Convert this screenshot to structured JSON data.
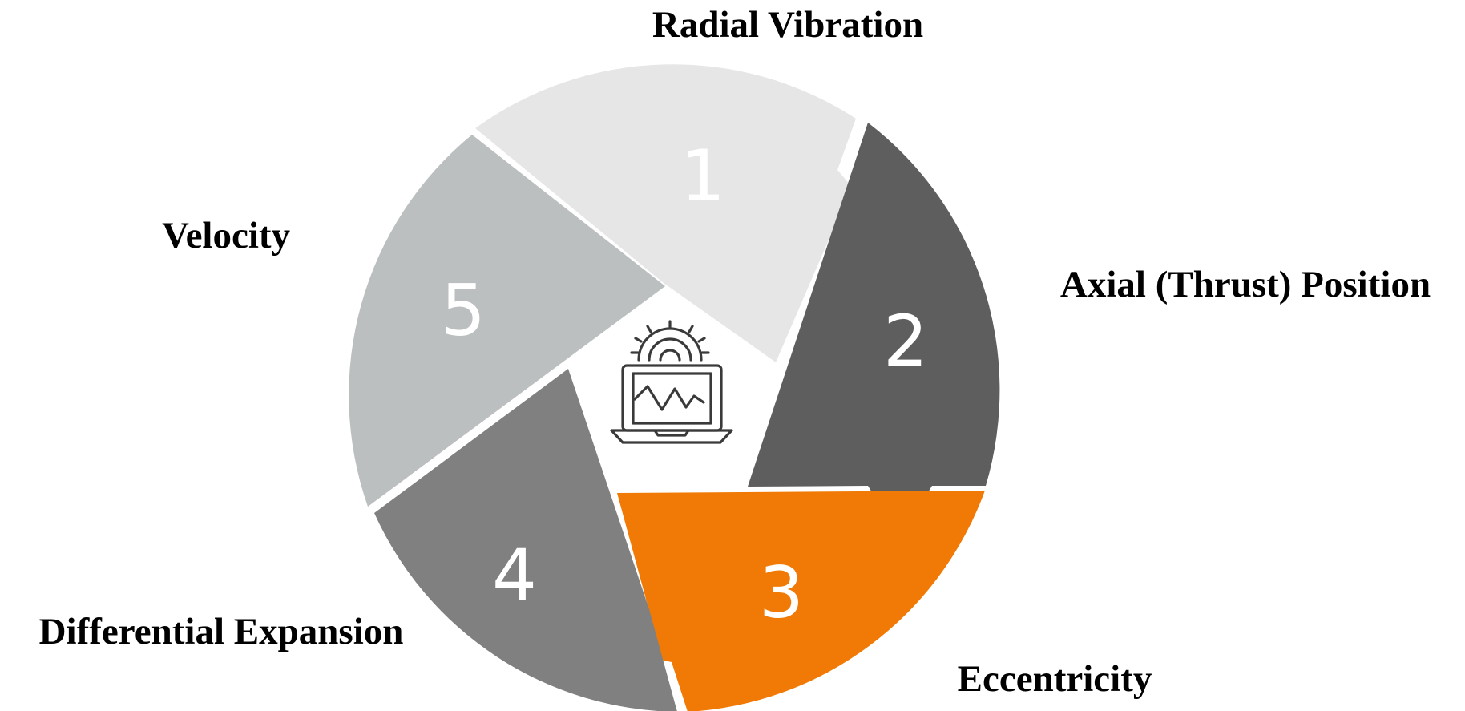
{
  "segments": [
    {
      "number": "1",
      "label": "Radial Vibration",
      "color": "#e6e6e7",
      "number_color": "#ffffff"
    },
    {
      "number": "2",
      "label": "Axial (Thrust) Position",
      "color": "#5e5e5e",
      "number_color": "#ffffff"
    },
    {
      "number": "3",
      "label": "Eccentricity",
      "color": "#f07a05",
      "number_color": "#ffffff"
    },
    {
      "number": "4",
      "label": "Differential Expansion",
      "color": "#808080",
      "number_color": "#ffffff"
    },
    {
      "number": "5",
      "label": "Velocity",
      "color": "#bbbfc0",
      "number_color": "#ffffff"
    }
  ],
  "center_icon": {
    "name": "laptop-monitoring-icon",
    "stroke": "#3a3a3a"
  }
}
